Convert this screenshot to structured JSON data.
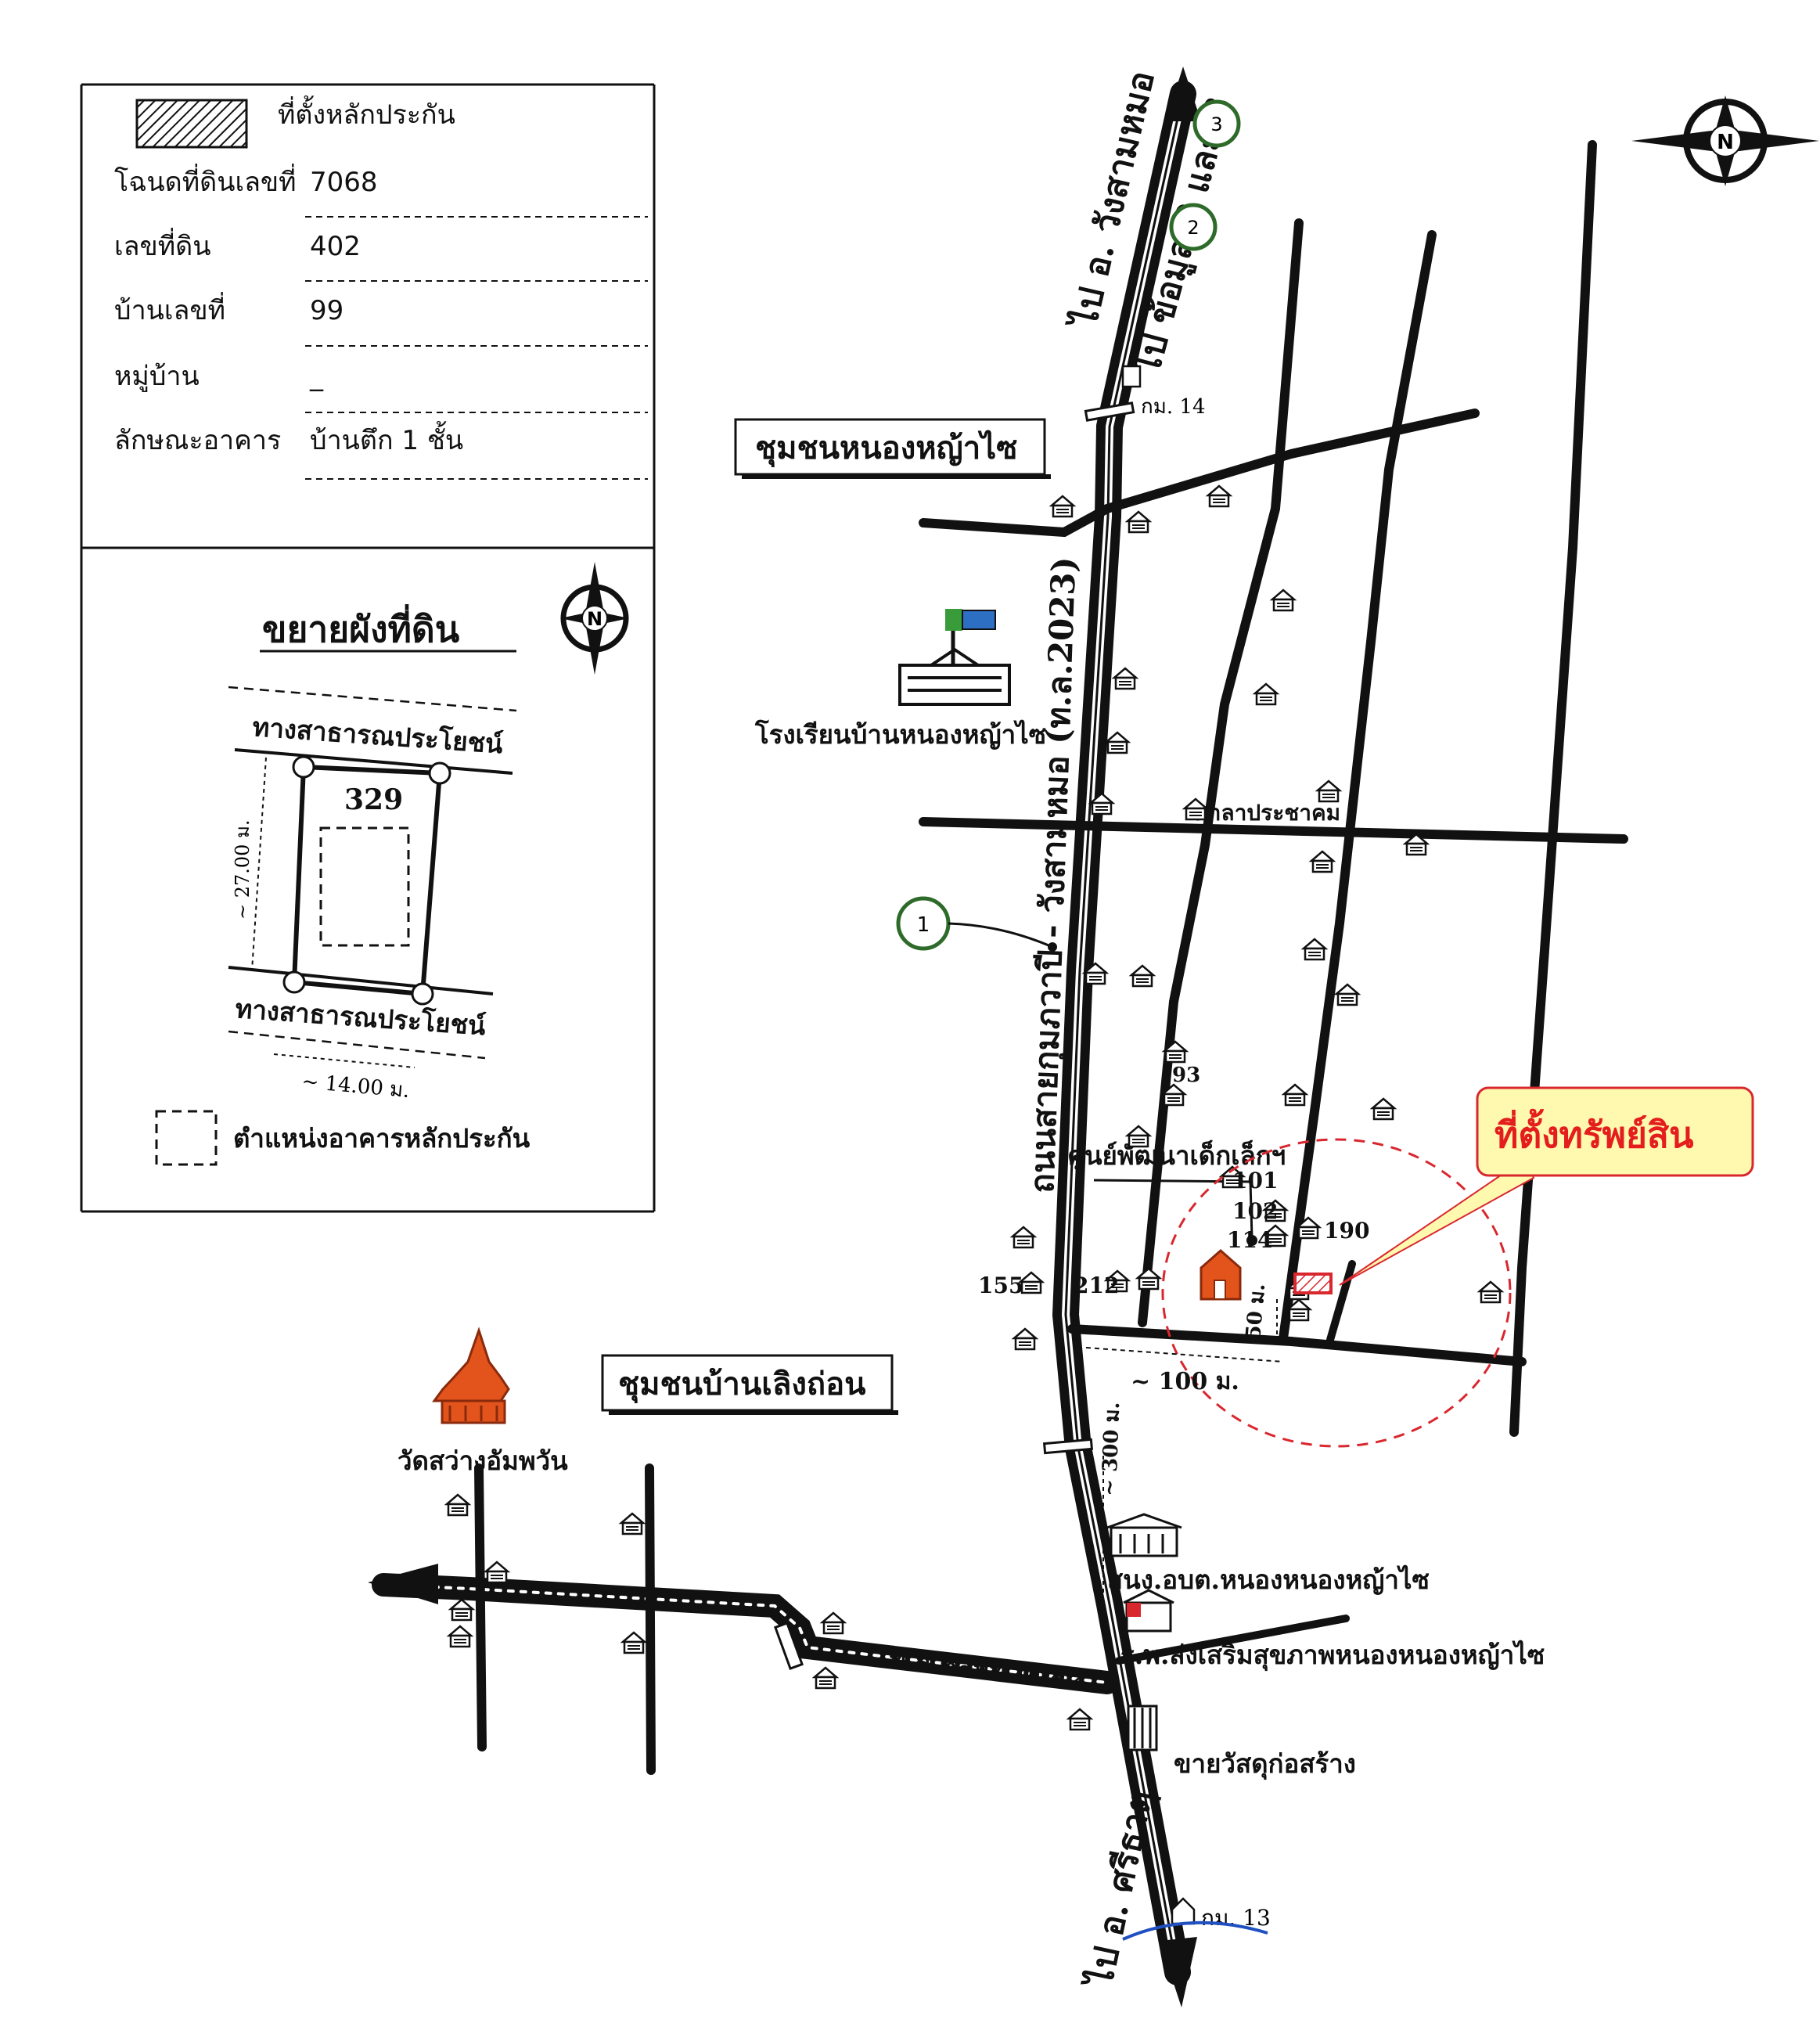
{
  "legend": {
    "collateral_marker_label": "ที่ตั้งหลักประกัน",
    "fields": [
      {
        "label": "โฉนดที่ดินเลขที่",
        "value": "7068"
      },
      {
        "label": "เลขที่ดิน",
        "value": "402"
      },
      {
        "label": "บ้านเลขที่",
        "value": "99"
      },
      {
        "label": "หมู่บ้าน",
        "value": "_"
      },
      {
        "label": "ลักษณะอาคาร",
        "value": "บ้านตึก 1 ชั้น"
      }
    ]
  },
  "plot": {
    "title": "ขยายผังที่ดิน",
    "road_top": "ทางสาธารณประโยชน์",
    "road_bottom": "ทางสาธารณประโยชน์",
    "lot_number": "329",
    "depth": "~ 27.00 ม.",
    "width": "~ 14.00 ม.",
    "building_legend": "ตำแหน่งอาคารหลักประกัน",
    "compass": "N"
  },
  "map": {
    "compass": "N",
    "to_north_1": "ไป อ. วังสามหมอ",
    "to_north_2": "ไป ข้อมูล 2 และ 3",
    "main_road": "ถนนสายกุมภวาปี - วังสามหมอ (ท.ล.2023)",
    "to_south": "ไป อ. ศรีธาตุ",
    "community_north": "ชุมชนหนองหญ้าไซ",
    "community_south": "ชุมชนบ้านเลิงถ่อน",
    "school": "โรงเรียนบ้านหนองหญ้าไซ",
    "temple": "วัดสว่างอัมพวัน",
    "sala": "ศาลาประชาคม",
    "nursery": "ศูนย์พัฒนาเด็กเล็กฯ",
    "sao_office": "สนง.อบต.หนองหนองหญ้าไซ",
    "hospital": "ร.พ.ส่งเสริมสุขภาพหนองหนองหญ้าไซ",
    "shop": "ขายวัสดุก่อสร้าง",
    "side_road": "ท.ล.ชลบท 4042",
    "km_north": "กม. 14",
    "km_south": "กม. 13",
    "property_callout": "ที่ตั้งทรัพย์สิน",
    "dist_100": "~ 100 ม.",
    "dist_50": "50 ม.",
    "dist_300": "~ 300 ม.",
    "house_numbers": [
      "93",
      "101",
      "102",
      "114",
      "190",
      "155",
      "212"
    ],
    "markers": [
      "1",
      "2",
      "3"
    ]
  },
  "colors": {
    "ink": "#111111",
    "marker_ring": "#2e6b2a",
    "callout_fill": "#fff9b0",
    "callout_border": "#d9272e",
    "callout_text": "#e41d1d",
    "building_orange": "#e2541c",
    "flag_green": "#3a9b3a",
    "flag_blue": "#2d6fc3"
  }
}
